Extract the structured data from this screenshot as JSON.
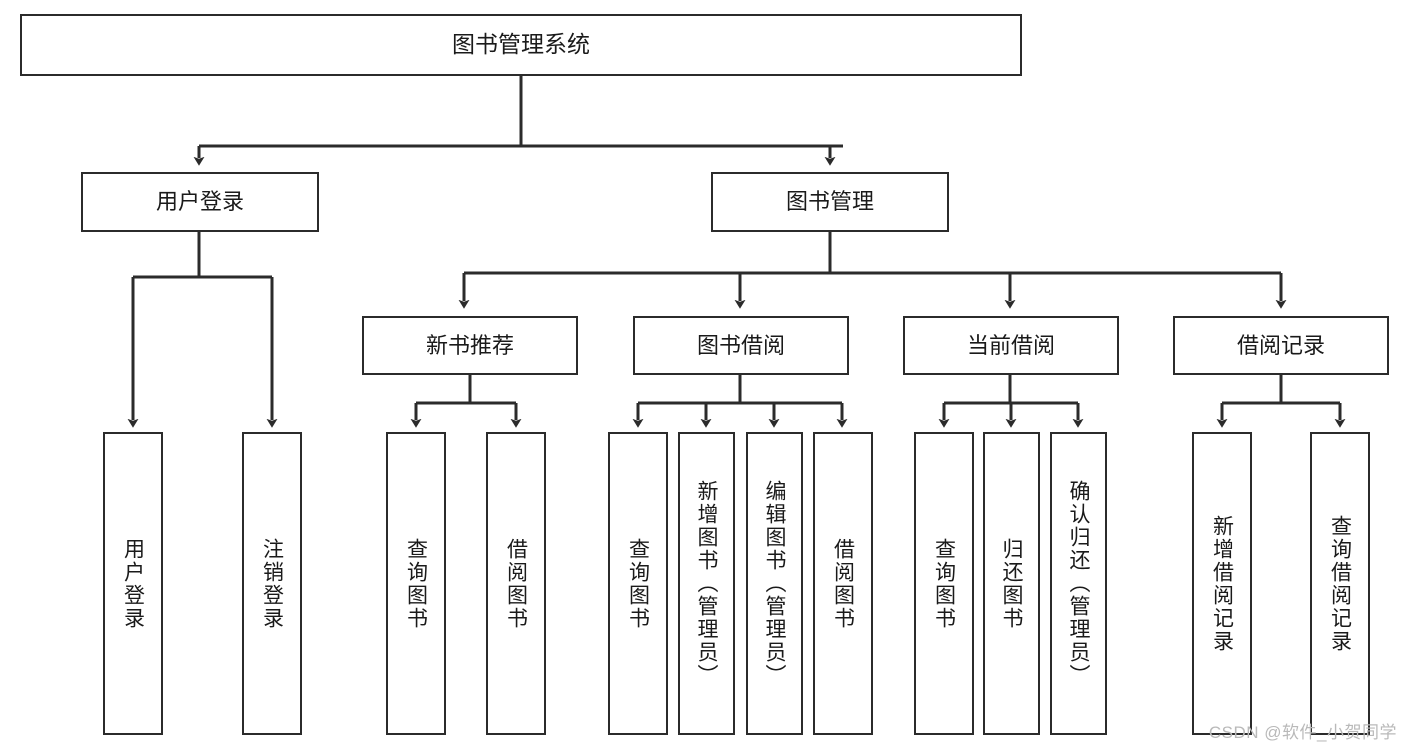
{
  "diagram": {
    "type": "tree-hierarchy",
    "title_node": {
      "label": "图书管理系统"
    },
    "level1": [
      {
        "id": "user-login",
        "label": "用户登录"
      },
      {
        "id": "book-management",
        "label": "图书管理"
      }
    ],
    "level2": [
      {
        "id": "new-book-recommend",
        "label": "新书推荐",
        "parent": "book-management"
      },
      {
        "id": "book-borrow",
        "label": "图书借阅",
        "parent": "book-management"
      },
      {
        "id": "current-borrow",
        "label": "当前借阅",
        "parent": "book-management"
      },
      {
        "id": "borrow-record",
        "label": "借阅记录",
        "parent": "book-management"
      }
    ],
    "leaves": {
      "user-login": [
        {
          "id": "leaf-user-login",
          "label": "用户登录"
        },
        {
          "id": "leaf-user-logout",
          "label": "注销登录"
        }
      ],
      "new-book-recommend": [
        {
          "id": "leaf-query-book-1",
          "label": "查询图书"
        },
        {
          "id": "leaf-borrow-book-1",
          "label": "借阅图书"
        }
      ],
      "book-borrow": [
        {
          "id": "leaf-query-book-2",
          "label": "查询图书"
        },
        {
          "id": "leaf-add-book",
          "label": "新增图书（管理员）"
        },
        {
          "id": "leaf-edit-book",
          "label": "编辑图书（管理员）"
        },
        {
          "id": "leaf-borrow-book-2",
          "label": "借阅图书"
        }
      ],
      "current-borrow": [
        {
          "id": "leaf-query-book-3",
          "label": "查询图书"
        },
        {
          "id": "leaf-return-book",
          "label": "归还图书"
        },
        {
          "id": "leaf-confirm-return",
          "label": "确认归还（管理员）"
        }
      ],
      "borrow-record": [
        {
          "id": "leaf-add-record",
          "label": "新增借阅记录"
        },
        {
          "id": "leaf-query-record",
          "label": "查询借阅记录"
        }
      ]
    }
  },
  "watermark": {
    "text": "CSDN @软件_小贺同学"
  },
  "colors": {
    "stroke": "#2b2b2b",
    "fill": "#ffffff",
    "text": "#1a1a1a",
    "watermark": "#b9b9b9",
    "background": "#ffffff"
  }
}
